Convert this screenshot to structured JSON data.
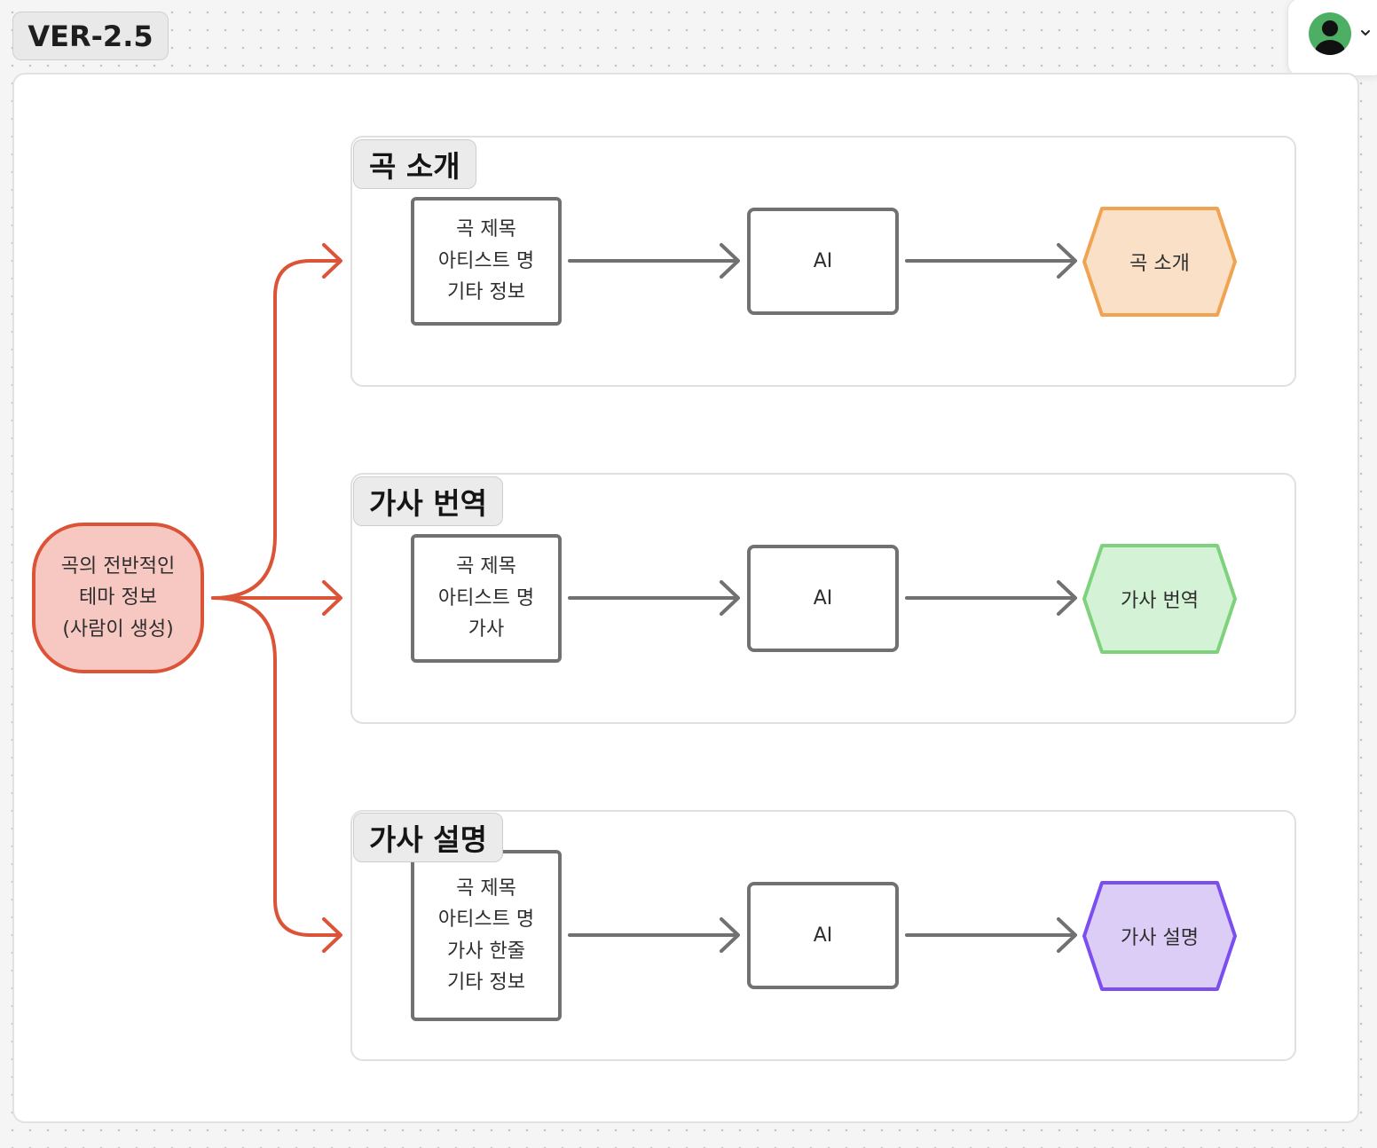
{
  "header": {
    "version_label": "VER-2.5"
  },
  "user_menu": {
    "avatar_icon": "user-avatar-icon",
    "chevron_icon": "chevron-down-icon",
    "avatar_color": "#4caf64"
  },
  "source": {
    "lines": [
      "곡의 전반적인",
      "테마 정보",
      "(사람이 생성)"
    ],
    "fill": "#f7c8c1",
    "stroke": "#dc5437"
  },
  "groups": [
    {
      "title": "곡 소개",
      "inputs": [
        "곡 제목",
        "아티스트 명",
        "기타 정보"
      ],
      "model": "AI",
      "output": "곡 소개",
      "output_fill": "#fae0c6",
      "output_stroke": "#f0a452"
    },
    {
      "title": "가사 번역",
      "inputs": [
        "곡 제목",
        "아티스트 명",
        "가사"
      ],
      "model": "AI",
      "output": "가사 번역",
      "output_fill": "#d4f2d5",
      "output_stroke": "#7fd27c"
    },
    {
      "title": "가사 설명",
      "inputs": [
        "곡 제목",
        "아티스트 명",
        "가사 한줄",
        "기타 정보"
      ],
      "model": "AI",
      "output": "가사 설명",
      "output_fill": "#dccdf7",
      "output_stroke": "#7c4ef0"
    }
  ],
  "colors": {
    "connector_red": "#dc5437",
    "connector_gray": "#717171"
  }
}
